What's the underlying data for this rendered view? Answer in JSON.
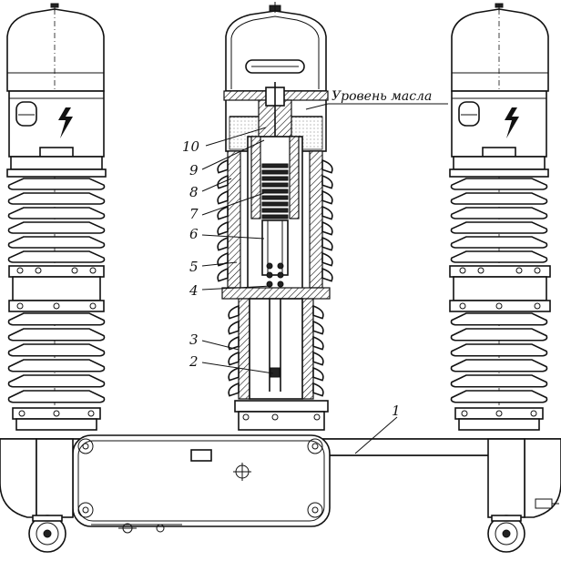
{
  "figure": {
    "oil_level_label": "Уровень масла",
    "callouts": [
      {
        "id": "c10",
        "text": "10"
      },
      {
        "id": "c9",
        "text": "9"
      },
      {
        "id": "c8",
        "text": "8"
      },
      {
        "id": "c7",
        "text": "7"
      },
      {
        "id": "c6",
        "text": "6"
      },
      {
        "id": "c5",
        "text": "5"
      },
      {
        "id": "c4",
        "text": "4"
      },
      {
        "id": "c3",
        "text": "3"
      },
      {
        "id": "c2",
        "text": "2"
      },
      {
        "id": "c1",
        "text": "1"
      }
    ],
    "icons": [
      "lightning-bolt-icon",
      "lightning-bolt-icon"
    ]
  }
}
